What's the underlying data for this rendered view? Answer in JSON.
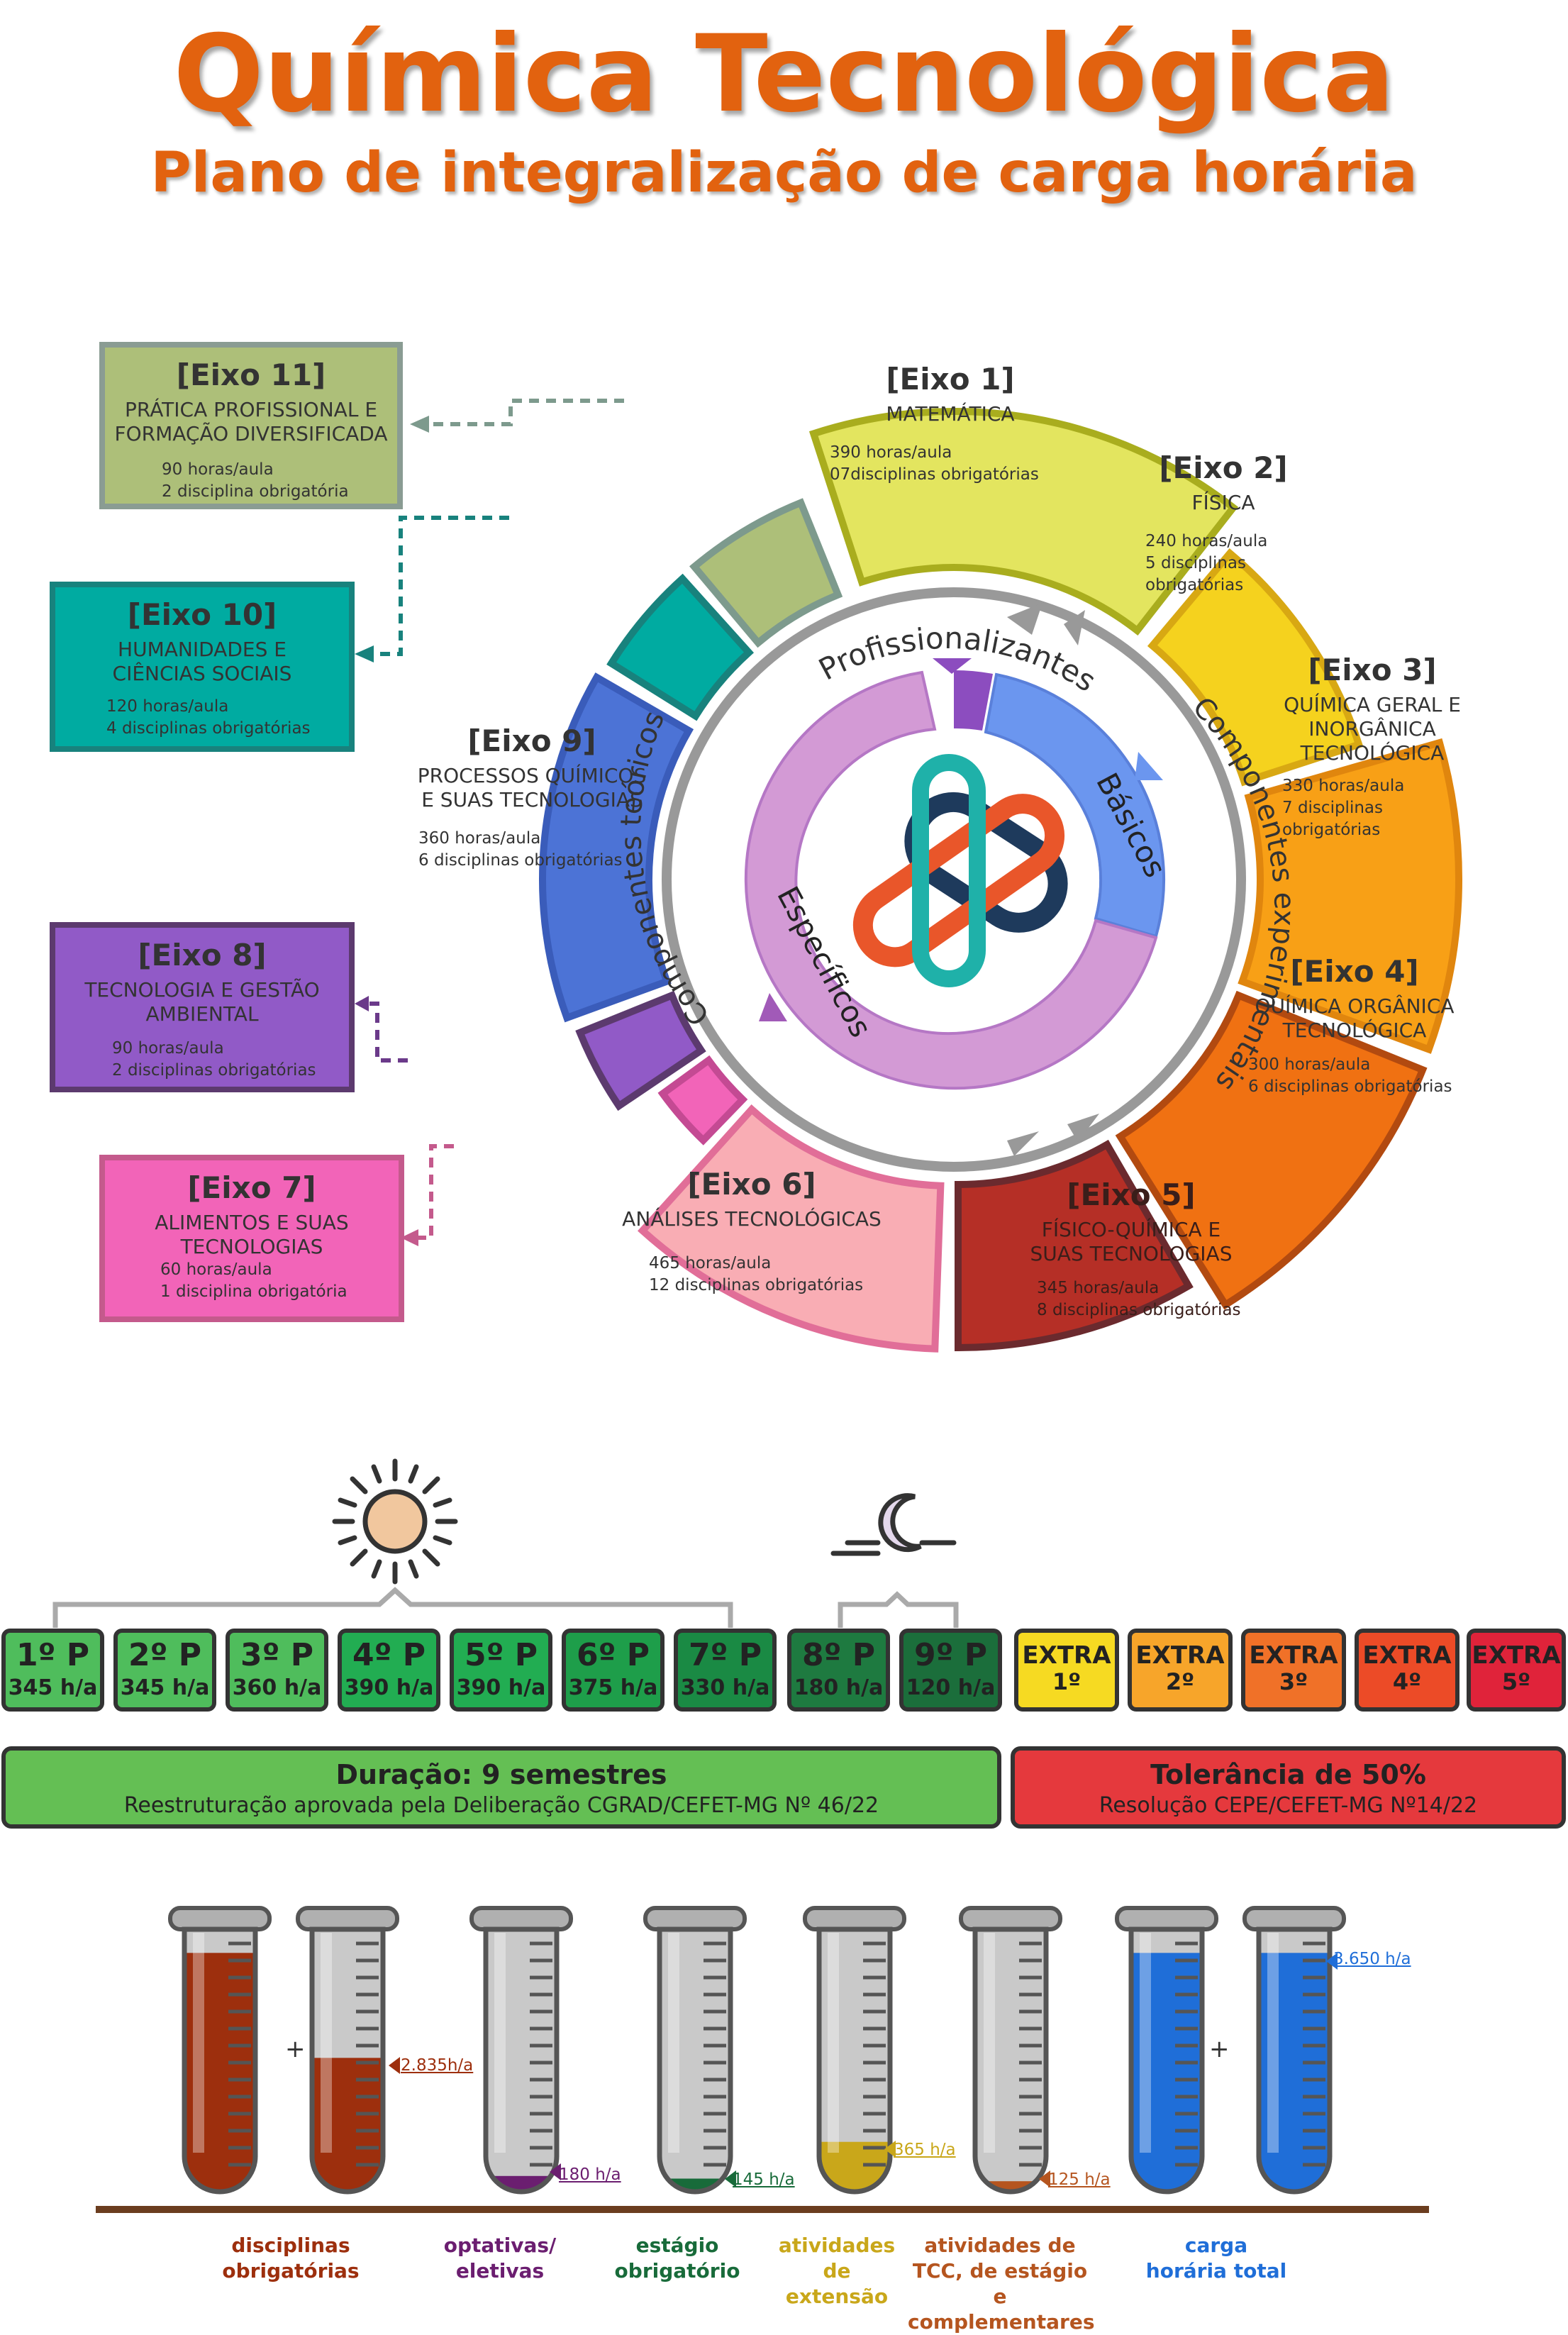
{
  "header": {
    "title": "Química Tecnológica",
    "subtitle": "Plano de integralização de carga horária"
  },
  "axes": [
    {
      "id": "eixo1",
      "title": "[Eixo 1]",
      "name": "MATEMÁTICA",
      "hours": "390 horas/aula",
      "subjects": "07disciplinas obrigatórias",
      "color": "#e3e55f"
    },
    {
      "id": "eixo2",
      "title": "[Eixo 2]",
      "name": "FÍSICA",
      "hours": "240 horas/aula",
      "subjects": "5 disciplinas obrigatórias",
      "color": "#f5d21e"
    },
    {
      "id": "eixo3",
      "title": "[Eixo 3]",
      "name": "QUÍMICA GERAL E INORGÂNICA TECNOLÓGICA",
      "hours": "330 horas/aula",
      "subjects": "7 disciplinas obrigatórias",
      "color": "#f8a016"
    },
    {
      "id": "eixo4",
      "title": "[Eixo 4]",
      "name": "QUÍMICA ORGÂNICA TECNOLÓGICA",
      "hours": "300 horas/aula",
      "subjects": "6 disciplinas obrigatórias",
      "color": "#f07112"
    },
    {
      "id": "eixo5",
      "title": "[Eixo 5]",
      "name": "FÍSICO-QUÍMICA E SUAS TECNOLOGIAS",
      "hours": "345 horas/aula",
      "subjects": "8 disciplinas obrigatórias",
      "color": "#b52f26"
    },
    {
      "id": "eixo6",
      "title": "[Eixo 6]",
      "name": "ANÁLISES TECNOLÓGICAS",
      "hours": "465 horas/aula",
      "subjects": "12 disciplinas obrigatórias",
      "color": "#f9adb4"
    },
    {
      "id": "eixo7",
      "title": "[Eixo 7]",
      "name": "ALIMENTOS E SUAS TECNOLOGIAS",
      "hours": "60 horas/aula",
      "subjects": "1 disciplina obrigatória",
      "color": "#f264b8"
    },
    {
      "id": "eixo8",
      "title": "[Eixo 8]",
      "name": "TECNOLOGIA E GESTÃO AMBIENTAL",
      "hours": "90 horas/aula",
      "subjects": "2 disciplinas obrigatórias",
      "color": "#915ac7"
    },
    {
      "id": "eixo9",
      "title": "[Eixo 9]",
      "name": "PROCESSOS QUÍMICOS E SUAS TECNOLOGIAS",
      "hours": "360 horas/aula",
      "subjects": "6 disciplinas obrigatórias",
      "color": "#4c73d6"
    },
    {
      "id": "eixo10",
      "title": "[Eixo 10]",
      "name": "HUMANIDADES E CIÊNCIAS SOCIAIS",
      "hours": "120 horas/aula",
      "subjects": "4 disciplinas obrigatórias",
      "color": "#00aba1"
    },
    {
      "id": "eixo11",
      "title": "[Eixo 11]",
      "name": "PRÁTICA PROFISSIONAL E FORMAÇÃO DIVERSIFICADA",
      "hours": "90 horas/aula",
      "subjects": "2 disciplina obrigatória",
      "color": "#adbf79"
    }
  ],
  "ring_labels": {
    "outer_left": "Componentes teóricos",
    "outer_right": "Componentes experimentais",
    "inner_top": "Profissionalizantes",
    "inner_right": "Básicos",
    "inner_left": "Específicos"
  },
  "icons": {
    "day": "sun-icon",
    "night": "moon-icon",
    "center": "chemistry-logo-icon"
  },
  "semesters": [
    {
      "label": "1º P",
      "hours": "345 h/a"
    },
    {
      "label": "2º P",
      "hours": "345 h/a"
    },
    {
      "label": "3º P",
      "hours": "360 h/a"
    },
    {
      "label": "4º P",
      "hours": "390 h/a"
    },
    {
      "label": "5º P",
      "hours": "390 h/a"
    },
    {
      "label": "6º P",
      "hours": "375 h/a"
    },
    {
      "label": "7º P",
      "hours": "330 h/a"
    },
    {
      "label": "8º P",
      "hours": "180 h/a"
    },
    {
      "label": "9º P",
      "hours": "120 h/a"
    }
  ],
  "extras": [
    {
      "label": "EXTRA",
      "num": "1º",
      "color": "#f6da22"
    },
    {
      "label": "EXTRA",
      "num": "2º",
      "color": "#f7a52a"
    },
    {
      "label": "EXTRA",
      "num": "3º",
      "color": "#f07128"
    },
    {
      "label": "EXTRA",
      "num": "4º",
      "color": "#ec4b27"
    },
    {
      "label": "EXTRA",
      "num": "5º",
      "color": "#e0233a"
    }
  ],
  "duration": {
    "title": "Duração: 9 semestres",
    "note": "Reestruturação aprovada pela Deliberação CGRAD/CEFET-MG Nº 46/22"
  },
  "tolerance": {
    "title": "Tolerância de 50%",
    "note": "Resolução CEPE/CEFET-MG Nº14/22"
  },
  "tubes": {
    "plus": "+",
    "values": [
      {
        "label": "2.835h/a",
        "color": "#9d2f0d"
      },
      {
        "label": "180 h/a",
        "color": "#6b1e70"
      },
      {
        "label": "145 h/a",
        "color": "#186b3a"
      },
      {
        "label": "365 h/a",
        "color": "#c9a71a"
      },
      {
        "label": "125 h/a",
        "color": "#b5551f"
      },
      {
        "label": "3.650 h/a",
        "color": "#1f6ed8"
      }
    ],
    "levels": [
      {
        "name": "disciplinas obrigatórias A",
        "fill": 0.91
      },
      {
        "name": "disciplinas obrigatórias B",
        "fill": 0.51
      },
      {
        "name": "optativas",
        "fill": 0.06
      },
      {
        "name": "estágio",
        "fill": 0.05
      },
      {
        "name": "extensão",
        "fill": 0.19
      },
      {
        "name": "atividades",
        "fill": 0.04
      },
      {
        "name": "total A",
        "fill": 0.91
      },
      {
        "name": "total B",
        "fill": 0.91
      }
    ],
    "captions": [
      {
        "text": "disciplinas obrigatórias",
        "color": "#9d2f0d"
      },
      {
        "text": "optativas/ eletivas",
        "color": "#6b1e70"
      },
      {
        "text": "estágio obrigatório",
        "color": "#186b3a"
      },
      {
        "text": "atividades de extensão",
        "color": "#c9a71a"
      },
      {
        "text": "atividades de TCC, de estágio e complementares",
        "color": "#b5551f"
      },
      {
        "text": "carga horária total",
        "color": "#1f6ed8"
      }
    ]
  }
}
